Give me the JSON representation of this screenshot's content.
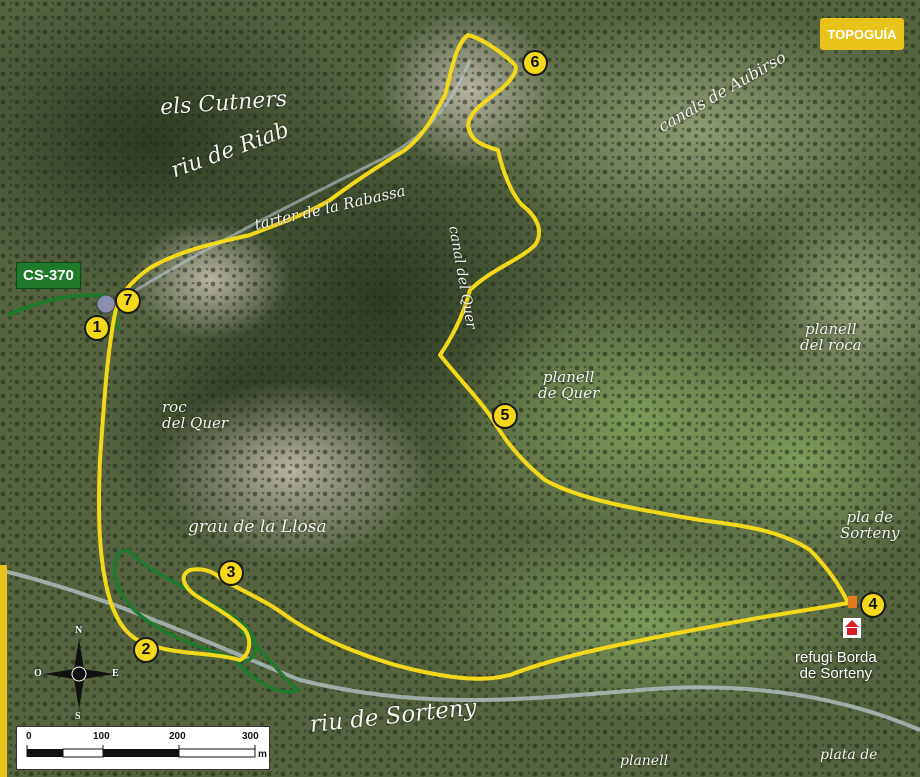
{
  "badges": {
    "topoguia": "TOPOGUÍA",
    "road": "CS-370"
  },
  "place_labels": {
    "cutners": "els Cutners",
    "riu_riab": "riu    de    Riab",
    "canals": "canals de Aubirso",
    "tarter_rabassa": "tarter de la Rabassa",
    "canal_del_quer": "canal del Quer",
    "roc_del_quer": "roc\ndel Quer",
    "planell_quer": "planell\nde Quer",
    "planell_roca": "planell\ndel roca",
    "grau_llosa": "grau de la Llosa",
    "pla_sorteny": "pla de\nSorteny",
    "refugi": "refugi Borda\nde Sorteny",
    "riu_sorteny": "riu de Sorteny",
    "planell_bottom": "planell",
    "plata": "plata de"
  },
  "waypoints": [
    "1",
    "2",
    "3",
    "4",
    "5",
    "6",
    "7"
  ],
  "compass": {
    "n": "N",
    "s": "S",
    "e": "E",
    "w": "O"
  },
  "scale": {
    "ticks": [
      "0",
      "100",
      "200",
      "300"
    ],
    "unit": "m"
  },
  "colors": {
    "route": "#f4d81a",
    "road": "#1f7a2c",
    "river": "#b9c7cf",
    "accent": "#e8c41a",
    "shelter": "#d8202a"
  },
  "icons": {
    "start": "start-marker-icon",
    "shelter": "shelter-hut-icon",
    "compass": "compass-rose-icon"
  }
}
